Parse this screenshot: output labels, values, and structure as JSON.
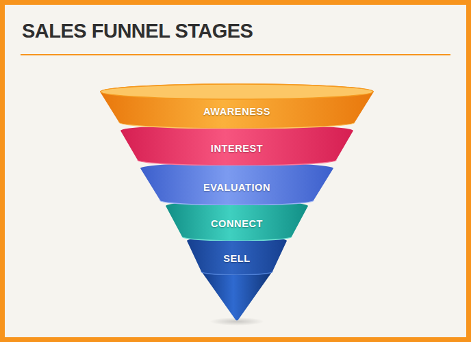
{
  "diagram": {
    "title": "SALES FUNNEL STAGES",
    "nodes": [
      {
        "text": [
          "AWARENESS"
        ]
      },
      {
        "text": [
          "INTEREST"
        ]
      },
      {
        "text": [
          "EVALUATION"
        ]
      },
      {
        "text": [
          "CONNECT"
        ]
      },
      {
        "text": [
          "SELL"
        ]
      }
    ]
  }
}
